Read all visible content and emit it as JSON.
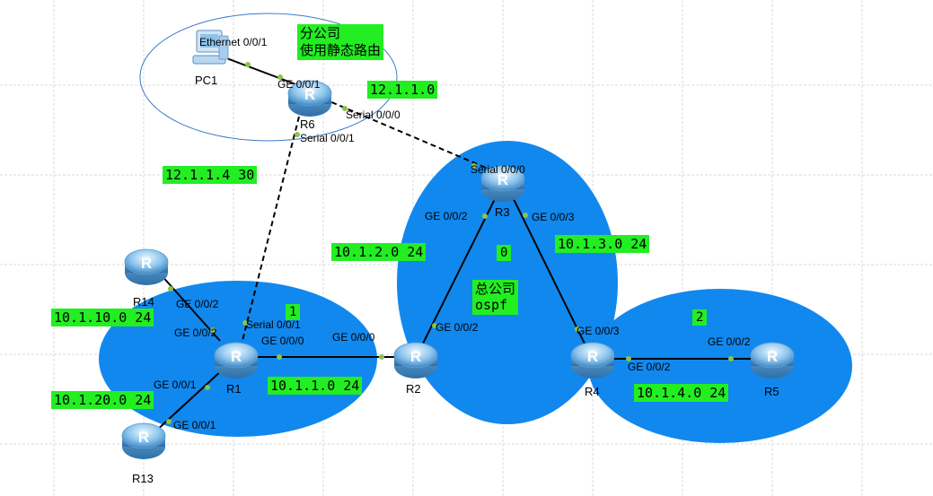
{
  "devices": {
    "pc1": "PC1",
    "r1": "R1",
    "r2": "R2",
    "r3": "R3",
    "r4": "R4",
    "r5": "R5",
    "r6": "R6",
    "r13": "R13",
    "r14": "R14"
  },
  "interfaces": {
    "pc1_eth": "Ethernet 0/0/1",
    "r6_ge001": "GE 0/0/1",
    "r6_s000": "Serial 0/0/0",
    "r6_s001": "Serial 0/0/1",
    "r3_s000": "Serial 0/0/0",
    "r3_ge002": "GE 0/0/2",
    "r3_ge003": "GE 0/0/3",
    "r2_ge002": "GE 0/0/2",
    "r2_ge000": "GE 0/0/0",
    "r1_ge000": "GE 0/0/0",
    "r1_s001": "Serial 0/0/1",
    "r1_ge002": "GE 0/0/2",
    "r1_ge001": "GE 0/0/1",
    "r14_ge002": "GE 0/0/2",
    "r13_ge001": "GE 0/0/1",
    "r4_ge003": "GE 0/0/3",
    "r4_ge002": "GE 0/0/2",
    "r5_ge002": "GE 0/0/2"
  },
  "labels": {
    "branch_line1": "分公司",
    "branch_line2": "使用静态路由",
    "hq_line1": "总公司",
    "hq_line2": "ospf",
    "net_12_1_1_0": "12.1.1.0",
    "net_12_1_1_4": "12.1.1.4 30",
    "net_10_1_2_0": "10.1.2.0 24",
    "net_10_1_3_0": "10.1.3.0 24",
    "net_10_1_10_0": "10.1.10.0 24",
    "net_10_1_20_0": "10.1.20.0 24",
    "net_10_1_1_0": "10.1.1.0 24",
    "net_10_1_4_0": "10.1.4.0 24",
    "area0": "0",
    "area1": "1",
    "area2": "2"
  },
  "colors": {
    "area_fill": "#1188ee",
    "tag_bg": "#22ee22",
    "branch_ring": "#3a7bc8",
    "link": "#000000",
    "port_dot": "#8bc34a"
  }
}
